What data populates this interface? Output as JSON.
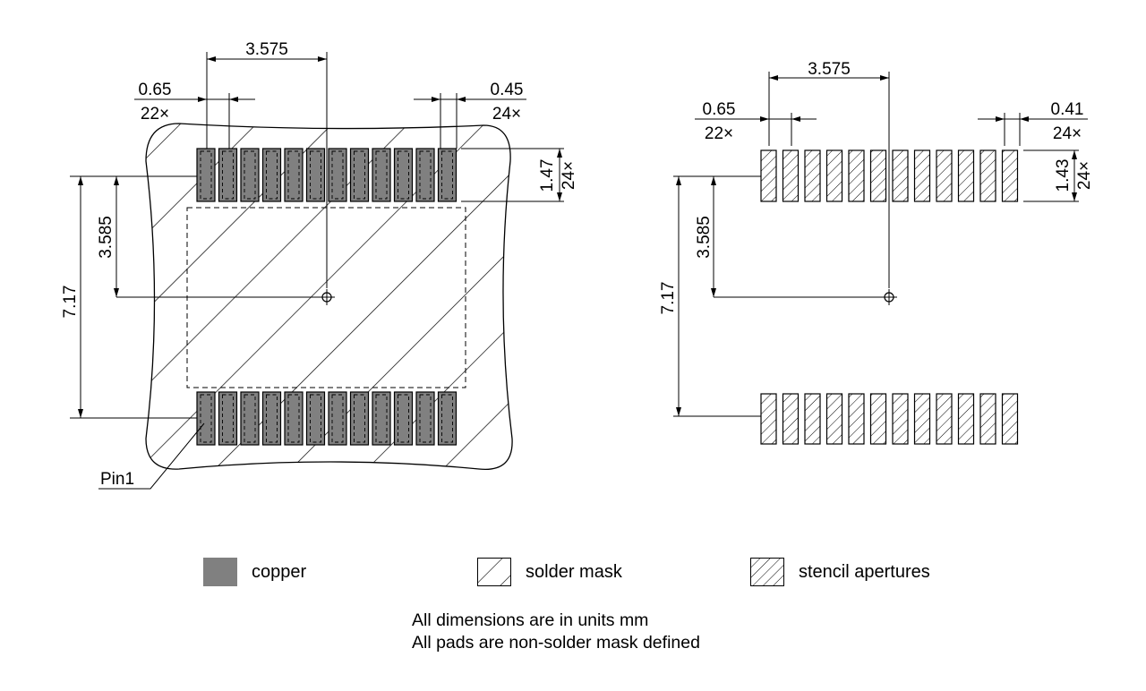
{
  "left_view": {
    "pitch": {
      "value": "0.65",
      "count": "22×"
    },
    "pad_width": {
      "value": "0.45",
      "count": "24×"
    },
    "pad_length": {
      "value": "1.47",
      "count": "24×"
    },
    "center_x": "3.575",
    "center_y": "3.585",
    "row_span": "7.17",
    "pin1_label": "Pin1"
  },
  "right_view": {
    "pitch": {
      "value": "0.65",
      "count": "22×"
    },
    "pad_width": {
      "value": "0.41",
      "count": "24×"
    },
    "pad_length": {
      "value": "1.43",
      "count": "24×"
    },
    "center_x": "3.575",
    "center_y": "3.585",
    "row_span": "7.17"
  },
  "legend": [
    {
      "label": "copper",
      "icon": "copper-swatch-icon"
    },
    {
      "label": "solder mask",
      "icon": "solder-mask-swatch-icon"
    },
    {
      "label": "stencil apertures",
      "icon": "stencil-swatch-icon"
    }
  ],
  "notes": [
    "All dimensions are in units mm",
    "All pads are non-solder mask defined"
  ],
  "colors": {
    "copper": "#808080",
    "line": "#000000",
    "background": "#ffffff"
  }
}
